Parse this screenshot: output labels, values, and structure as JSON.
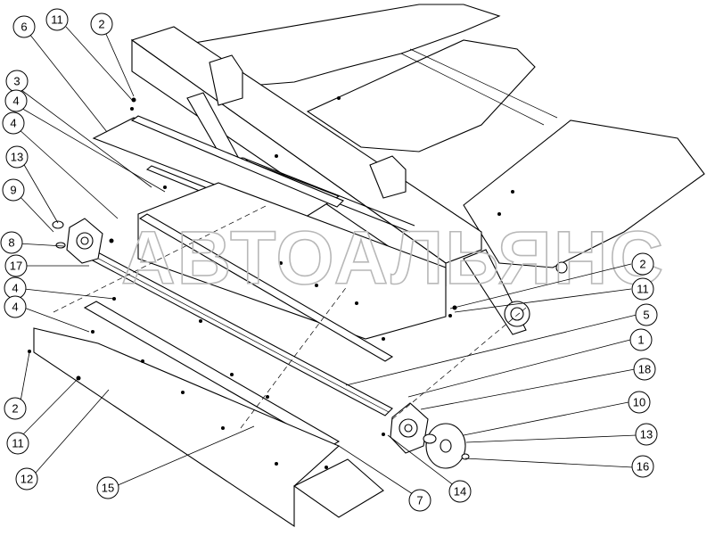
{
  "watermark": "АВТОАЛЬЯНС",
  "callouts": [
    "6",
    "11",
    "2",
    "3",
    "4",
    "4",
    "13",
    "9",
    "8",
    "17",
    "4",
    "4",
    "2",
    "11",
    "12",
    "15",
    "7",
    "14",
    "16",
    "13",
    "10",
    "18",
    "1",
    "5",
    "11",
    "2"
  ]
}
